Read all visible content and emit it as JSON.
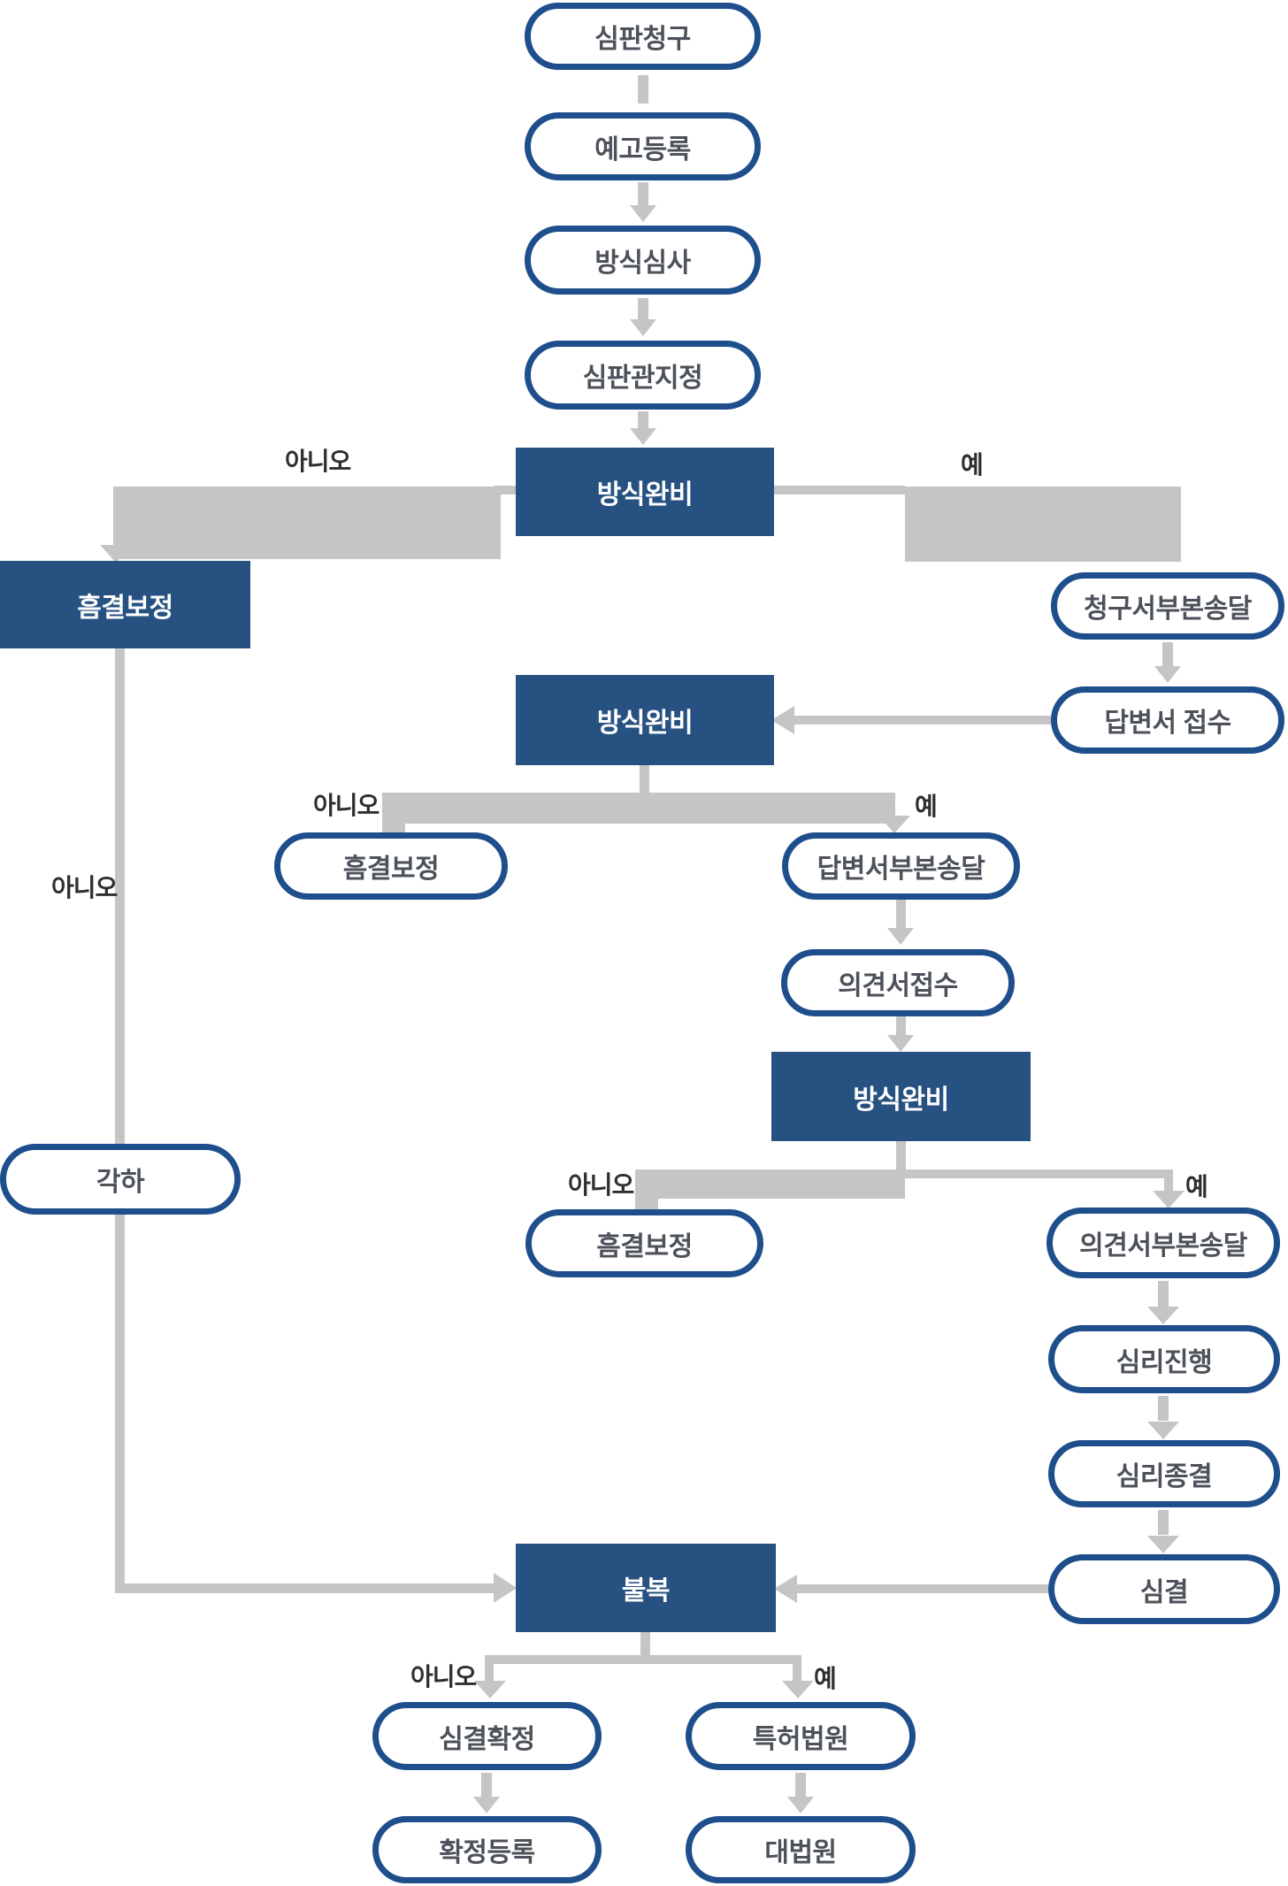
{
  "colors": {
    "node_border": "#1e4e8c",
    "decision_fill": "#275181",
    "decision_text": "#ffffff",
    "node_text": "#4d525a",
    "connector": "#c5c5c5",
    "edge_label_text": "#2e2e2e"
  },
  "nodes": {
    "trial_request": {
      "label": "심판청구"
    },
    "advance_registration": {
      "label": "예고등록"
    },
    "formality_examination": {
      "label": "방식심사"
    },
    "examiner_designation": {
      "label": "심판관지정"
    },
    "formality_complete_1": {
      "label": "방식완비"
    },
    "defect_correction_1": {
      "label": "흠결보정"
    },
    "request_copy_service": {
      "label": "청구서부본송달"
    },
    "answer_receipt": {
      "label": "답변서 접수"
    },
    "formality_complete_2": {
      "label": "방식완비"
    },
    "defect_correction_2": {
      "label": "흠결보정"
    },
    "answer_copy_service": {
      "label": "답변서부본송달"
    },
    "opinion_receipt": {
      "label": "의견서접수"
    },
    "formality_complete_3": {
      "label": "방식완비"
    },
    "defect_correction_3": {
      "label": "흠결보정"
    },
    "opinion_copy_service": {
      "label": "의견서부본송달"
    },
    "hearing_progress": {
      "label": "심리진행"
    },
    "hearing_conclusion": {
      "label": "심리종결"
    },
    "trial_decision": {
      "label": "심결"
    },
    "appeal": {
      "label": "불복"
    },
    "dismissal": {
      "label": "각하"
    },
    "decision_confirmed": {
      "label": "심결확정"
    },
    "patent_court": {
      "label": "특허법원"
    },
    "confirmed_registration": {
      "label": "확정등록"
    },
    "supreme_court": {
      "label": "대법원"
    }
  },
  "edge_labels": {
    "no_1": "아니오",
    "yes_1": "예",
    "no_2": "아니오",
    "yes_2": "예",
    "no_3": "아니오",
    "yes_3": "예",
    "no_dismissal": "아니오",
    "no_4": "아니오",
    "yes_4": "예"
  }
}
